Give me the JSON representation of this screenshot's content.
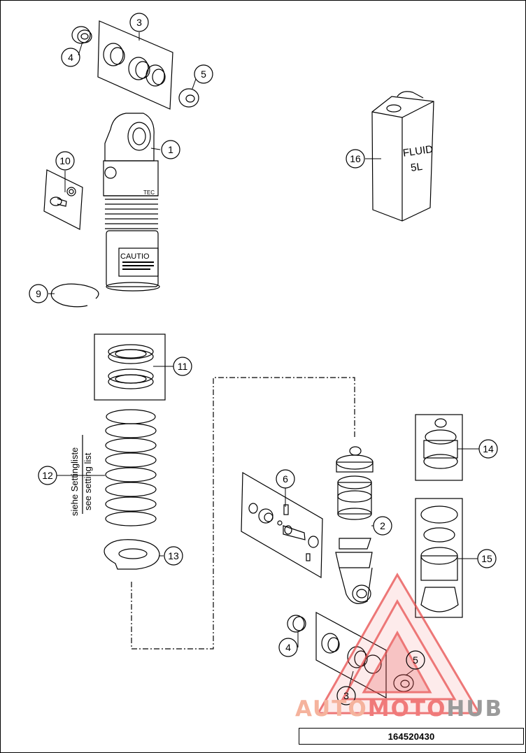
{
  "callouts": {
    "c1": "1",
    "c2": "2",
    "c3a": "3",
    "c3b": "3",
    "c4a": "4",
    "c4b": "4",
    "c5a": "5",
    "c5b": "5",
    "c6": "6",
    "c9": "9",
    "c10": "10",
    "c11": "11",
    "c12": "12",
    "c13": "13",
    "c14": "14",
    "c15": "15",
    "c16": "16"
  },
  "labels": {
    "spring_note_de": "siehe Settingliste",
    "spring_note_en": "see setting list",
    "fluid_can_line1": "FLUID",
    "fluid_can_line2": "5L",
    "caution_label": "CAUTIO",
    "brand_label": "TEC"
  },
  "watermark": {
    "part1": "AUTO",
    "part2": "MOTO",
    "part3": "HUB"
  },
  "part_number": "164520430",
  "colors": {
    "line": "#000000",
    "watermark_red": "#e84a4a",
    "watermark_orange": "#f5b39d",
    "watermark_grey": "#9a9a9a"
  }
}
